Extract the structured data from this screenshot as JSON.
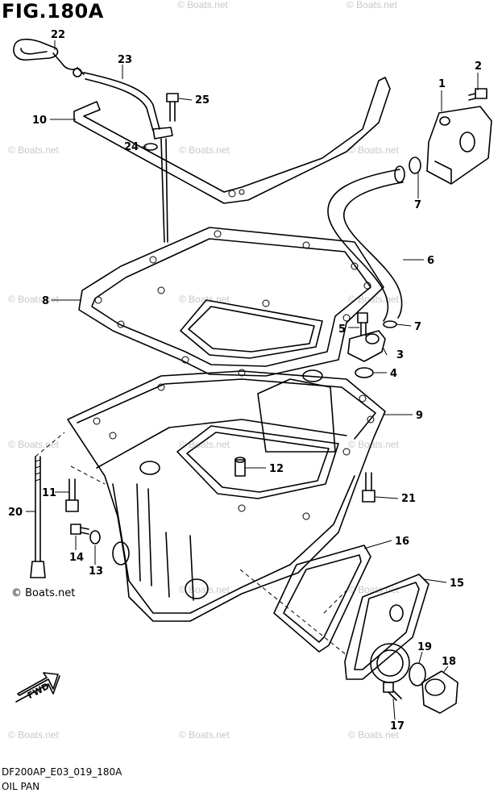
{
  "figure": {
    "title": "FIG.180A",
    "code": "DF200AP_E03_019_180A",
    "name": "OIL PAN"
  },
  "watermark": {
    "text": "© Boats.net",
    "brand_text": "© Boats.net"
  },
  "fwd_label": "FWD",
  "callouts": [
    {
      "id": "c1",
      "label": "1"
    },
    {
      "id": "c2",
      "label": "2"
    },
    {
      "id": "c3",
      "label": "3"
    },
    {
      "id": "c4",
      "label": "4"
    },
    {
      "id": "c5",
      "label": "5"
    },
    {
      "id": "c6",
      "label": "6"
    },
    {
      "id": "c7a",
      "label": "7"
    },
    {
      "id": "c7b",
      "label": "7"
    },
    {
      "id": "c8",
      "label": "8"
    },
    {
      "id": "c9",
      "label": "9"
    },
    {
      "id": "c10",
      "label": "10"
    },
    {
      "id": "c11",
      "label": "11"
    },
    {
      "id": "c12",
      "label": "12"
    },
    {
      "id": "c13",
      "label": "13"
    },
    {
      "id": "c14",
      "label": "14"
    },
    {
      "id": "c15",
      "label": "15"
    },
    {
      "id": "c16",
      "label": "16"
    },
    {
      "id": "c17",
      "label": "17"
    },
    {
      "id": "c18",
      "label": "18"
    },
    {
      "id": "c19",
      "label": "19"
    },
    {
      "id": "c20",
      "label": "20"
    },
    {
      "id": "c21",
      "label": "21"
    },
    {
      "id": "c22",
      "label": "22"
    },
    {
      "id": "c23",
      "label": "23"
    },
    {
      "id": "c24",
      "label": "24"
    },
    {
      "id": "c25",
      "label": "25"
    }
  ]
}
